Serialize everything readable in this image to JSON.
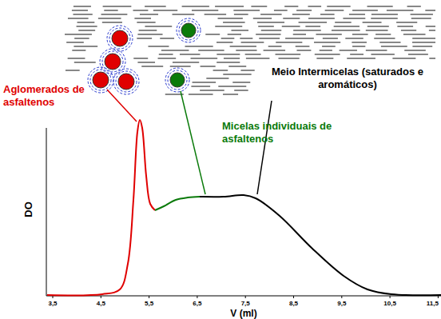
{
  "diagram": {
    "labels": [
      "Aglomerados de asfaltenos",
      "Micelas individuais de asfaltenos",
      "Meio Intermicelas (saturados e aromáticos)",
      "DO",
      "V (ml)",
      "3,5",
      "4,5",
      "5,5",
      "6,5",
      "7,5",
      "8,5",
      "9,5",
      "10,5",
      "11,5"
    ]
  }
}
